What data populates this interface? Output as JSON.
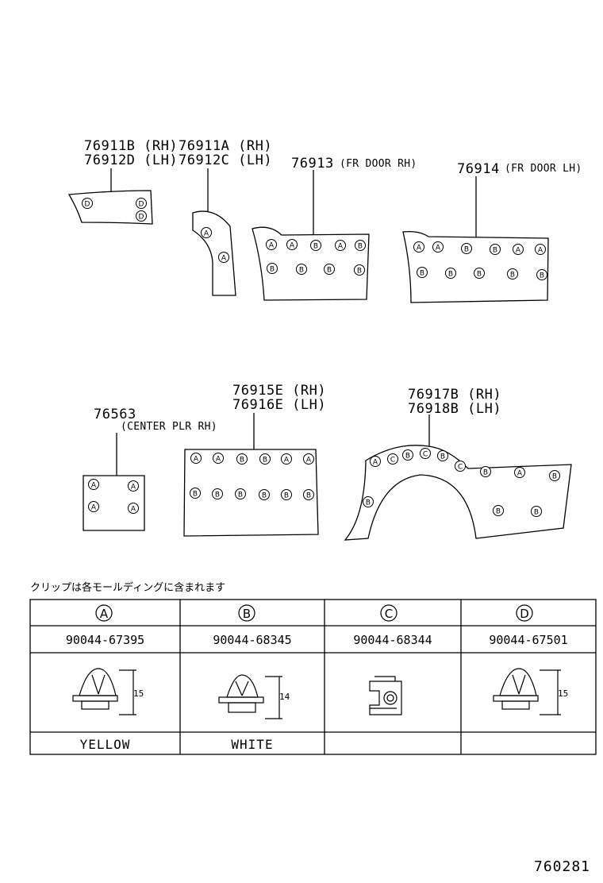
{
  "parts": {
    "p1_rh": "76911B (RH)",
    "p1_lh": "76912D (LH)",
    "p2_rh": "76911A (RH)",
    "p2_lh": "76912C (LH)",
    "p3_num": "76913",
    "p3_desc": "(FR DOOR RH)",
    "p4_num": "76914",
    "p4_desc": "(FR DOOR LH)",
    "p5_num": "76563",
    "p5_desc": "(CENTER PLR RH)",
    "p6_rh": "76915E (RH)",
    "p6_lh": "76916E (LH)",
    "p7_rh": "76917B (RH)",
    "p7_lh": "76918B (LH)"
  },
  "note": "クリップは各モールディングに含まれます",
  "clips": [
    {
      "letter": "A",
      "part": "90044-67395",
      "color": "YELLOW",
      "dim": "15"
    },
    {
      "letter": "B",
      "part": "90044-68345",
      "color": "WHITE",
      "dim": "14"
    },
    {
      "letter": "C",
      "part": "90044-68344",
      "color": "",
      "dim": ""
    },
    {
      "letter": "D",
      "part": "90044-67501",
      "color": "",
      "dim": "15"
    }
  ],
  "figure_number": "760281"
}
